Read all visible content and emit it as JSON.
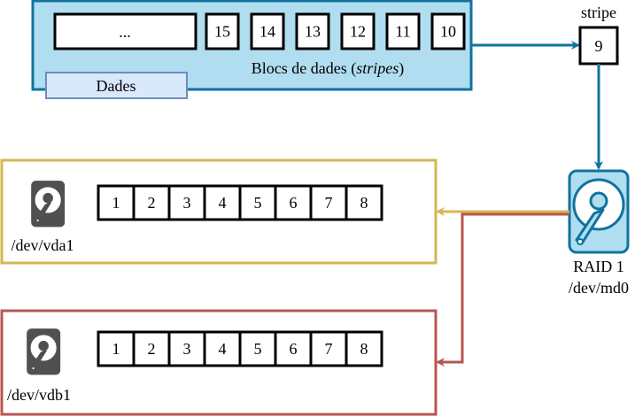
{
  "source": {
    "group_label": "Dades",
    "caption_prefix": "Blocs de dades (",
    "caption_italic": "stripes",
    "caption_suffix": ")",
    "ellipsis": "...",
    "blocks": [
      "15",
      "14",
      "13",
      "12",
      "11",
      "10"
    ]
  },
  "stripe": {
    "label": "stripe",
    "value": "9"
  },
  "raid": {
    "name": "RAID 1",
    "device": "/dev/md0"
  },
  "disks": [
    {
      "device": "/dev/vda1",
      "blocks": [
        "1",
        "2",
        "3",
        "4",
        "5",
        "6",
        "7",
        "8"
      ],
      "color": "#d6b656"
    },
    {
      "device": "/dev/vdb1",
      "blocks": [
        "1",
        "2",
        "3",
        "4",
        "5",
        "6",
        "7",
        "8"
      ],
      "color": "#b85450"
    }
  ],
  "colors": {
    "blue": "#10739e",
    "blue_fill": "#b1ddf0",
    "dades_fill": "#dae8fc",
    "dades_stroke": "#6c8ebf",
    "disk_gray": "#505050"
  }
}
